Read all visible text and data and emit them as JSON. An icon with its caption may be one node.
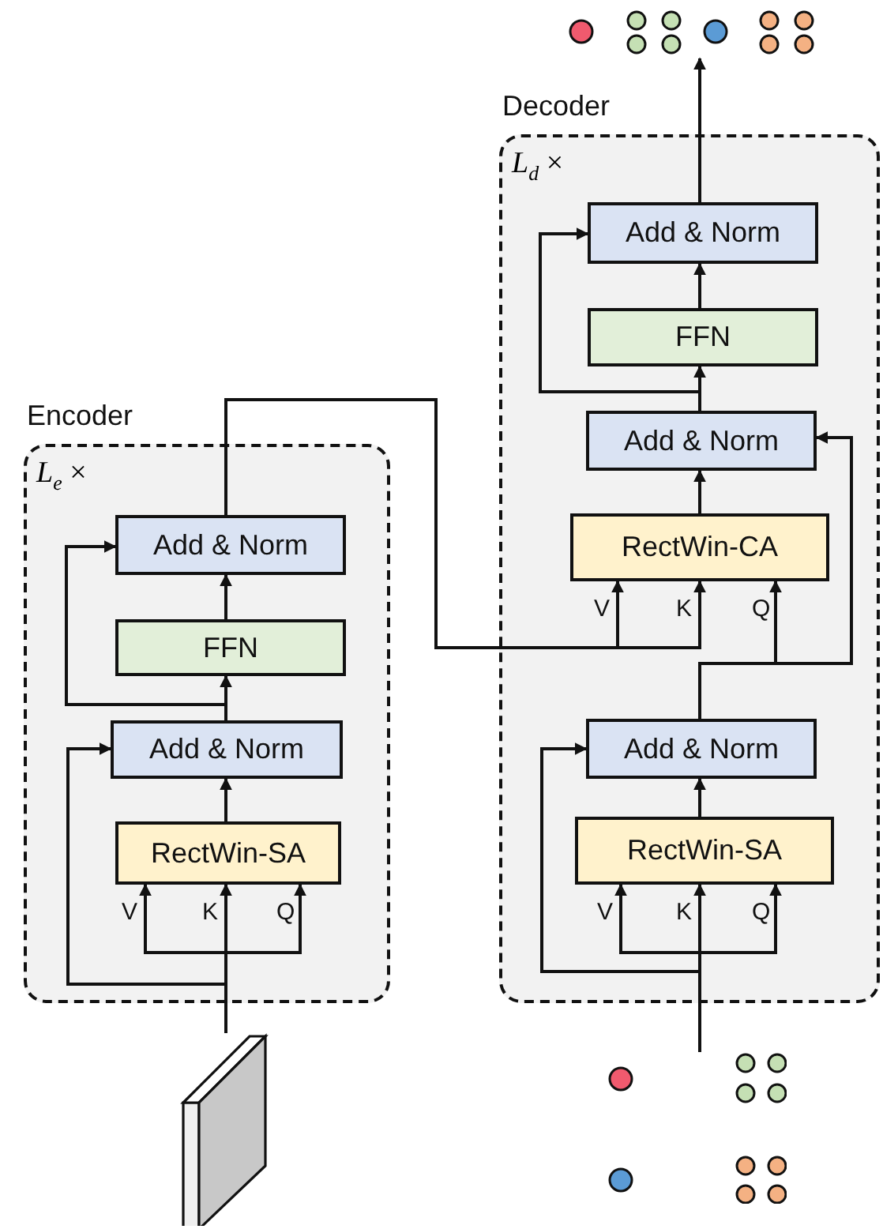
{
  "diagram": {
    "nodes": [
      {
        "text": [
          "Encoder",
          "*L*$_{e}$ ×"
        ]
      },
      {
        "text": [
          "Add & Norm"
        ],
        "in": 0
      },
      {
        "text": [
          "FFN"
        ],
        "in": 0
      },
      {
        "text": [
          "Add & Norm"
        ],
        "in": 0
      },
      {
        "text": [
          "RectWin-SA"
        ],
        "in": 0
      },
      {
        "text": [
          "Decoder",
          "*L*$_{d}$ ×"
        ]
      },
      {
        "text": [
          "Add & Norm"
        ],
        "in": 5
      },
      {
        "text": [
          "FFN"
        ],
        "in": 5
      },
      {
        "text": [
          "Add & Norm"
        ],
        "in": 5
      },
      {
        "text": [
          "RectWin-CA"
        ],
        "in": 5
      },
      {
        "text": [
          "Add & Norm"
        ],
        "in": 5
      },
      {
        "text": [
          "RectWin-SA"
        ],
        "in": 5
      },
      {
        "text": [],
        "shape": "picture"
      },
      {
        "text": [],
        "shape": "picture"
      },
      {
        "text": [],
        "shape": "picture"
      }
    ],
    "edges": [
      {
        "from": 12,
        "to": 4,
        "arrow": "to",
        "label": "V"
      },
      {
        "from": 12,
        "to": 4,
        "arrow": "to",
        "label": "K"
      },
      {
        "from": 12,
        "to": 4,
        "arrow": "to",
        "label": "Q"
      },
      {
        "from": 12,
        "to": 3,
        "arrow": "to"
      },
      {
        "from": 4,
        "to": 3,
        "arrow": "to"
      },
      {
        "from": 3,
        "to": 2,
        "arrow": "to"
      },
      {
        "from": 3,
        "to": 1,
        "arrow": "to"
      },
      {
        "from": 2,
        "to": 1,
        "arrow": "to"
      },
      {
        "from": 1,
        "to": 9,
        "arrow": "to",
        "label": "V"
      },
      {
        "from": 1,
        "to": 9,
        "arrow": "to",
        "label": "K"
      },
      {
        "from": 14,
        "to": 11,
        "arrow": "to",
        "label": "V"
      },
      {
        "from": 14,
        "to": 11,
        "arrow": "to",
        "label": "K"
      },
      {
        "from": 14,
        "to": 11,
        "arrow": "to",
        "label": "Q"
      },
      {
        "from": 14,
        "to": 10,
        "arrow": "to"
      },
      {
        "from": 11,
        "to": 10,
        "arrow": "to"
      },
      {
        "from": 10,
        "to": 9,
        "arrow": "to",
        "label": "Q"
      },
      {
        "from": 10,
        "to": 8,
        "arrow": "to"
      },
      {
        "from": 9,
        "to": 8,
        "arrow": "to"
      },
      {
        "from": 8,
        "to": 7,
        "arrow": "to"
      },
      {
        "from": 8,
        "to": 6,
        "arrow": "to"
      },
      {
        "from": 7,
        "to": 6,
        "arrow": "to"
      },
      {
        "from": 6,
        "to": 13,
        "arrow": "to"
      }
    ]
  }
}
